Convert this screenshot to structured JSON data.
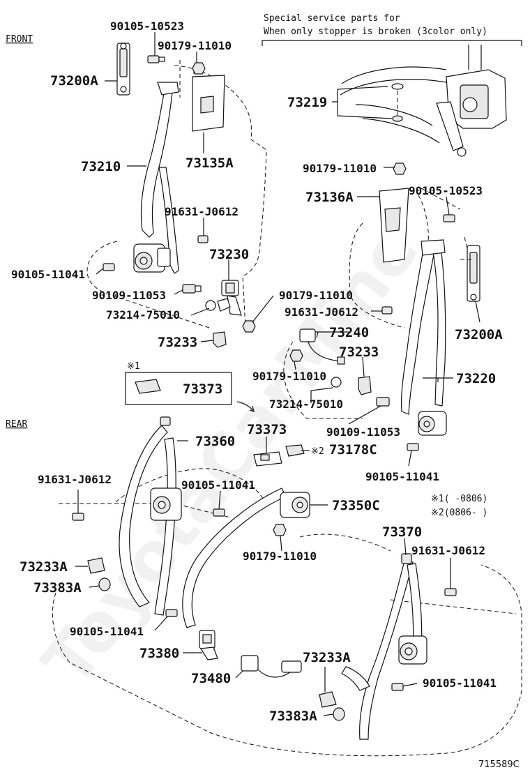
{
  "sections": {
    "front": "FRONT",
    "rear": "REAR"
  },
  "special_note": {
    "line1": "Special  service  parts  for",
    "line2": "When  only  stopper  is  broken  (3color  only)"
  },
  "callouts": {
    "p_90105_10523_a": "90105-10523",
    "p_90179_11010_a": "90179-11010",
    "p_73200a_a": "73200A",
    "p_73210": "73210",
    "p_73135a": "73135A",
    "p_91631_j0612_a": "91631-J0612",
    "p_73230": "73230",
    "p_90105_11041_a": "90105-11041",
    "p_90109_11053_a": "90109-11053",
    "p_73214_75010_a": "73214-75010",
    "p_90179_11010_b": "90179-11010",
    "p_73233_a": "73233",
    "p_73219": "73219",
    "p_90179_11010_c": "90179-11010",
    "p_73136a": "73136A",
    "p_90105_10523_b": "90105-10523",
    "p_91631_j0612_b": "91631-J0612",
    "p_73240": "73240",
    "p_73233_b": "73233",
    "p_73200a_b": "73200A",
    "p_90179_11010_d": "90179-11010",
    "p_73220": "73220",
    "p_73214_75010_b": "73214-75010",
    "p_90109_11053_b": "90109-11053",
    "p_73373_box": "73373",
    "p_73373": "73373",
    "p_73178c": "73178C",
    "p_90105_11041_b": "90105-11041",
    "p_73360": "73360",
    "p_91631_j0612_c": "91631-J0612",
    "p_90105_11041_c": "90105-11041",
    "p_73350c": "73350C",
    "p_73370": "73370",
    "p_91631_j0612_d": "91631-J0612",
    "p_90179_11010_e": "90179-11010",
    "p_73233a_a": "73233A",
    "p_73383a_a": "73383A",
    "p_90105_11041_d": "90105-11041",
    "p_73380": "73380",
    "p_73480": "73480",
    "p_73233a_b": "73233A",
    "p_90105_11041_e": "90105-11041",
    "p_73383a_b": "73383A"
  },
  "notes": {
    "mark1": "※1",
    "mark2": "※2",
    "note1": "※1(    -0806)",
    "note2": "※2(0806-    )"
  },
  "watermark": "ToyotaCarMine",
  "diagram_id": "715589C"
}
